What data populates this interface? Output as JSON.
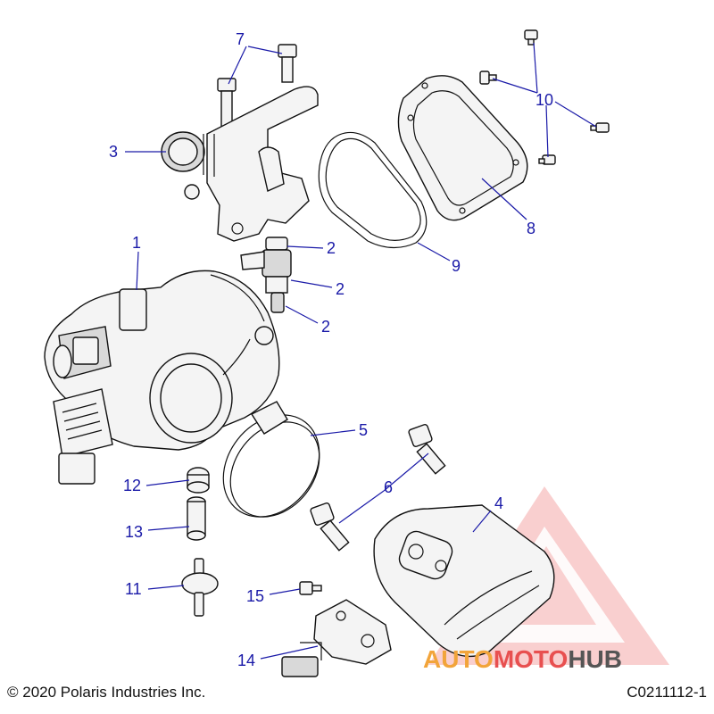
{
  "diagram": {
    "callouts": {
      "c1": "1",
      "c2a": "2",
      "c2b": "2",
      "c2c": "2",
      "c3": "3",
      "c4": "4",
      "c5": "5",
      "c6": "6",
      "c7": "7",
      "c8": "8",
      "c9": "9",
      "c10": "10",
      "c11": "11",
      "c12": "12",
      "c13": "13",
      "c14": "14",
      "c15": "15"
    }
  },
  "footer": {
    "copyright": "© 2020 Polaris Industries Inc.",
    "code": "C0211112-1"
  },
  "watermark": {
    "part1": "AUTO",
    "part2": "MOTO",
    "part3": "HUB",
    "colors": {
      "red": "#e85050",
      "orange": "#f2a43a",
      "gray": "#555555"
    }
  }
}
